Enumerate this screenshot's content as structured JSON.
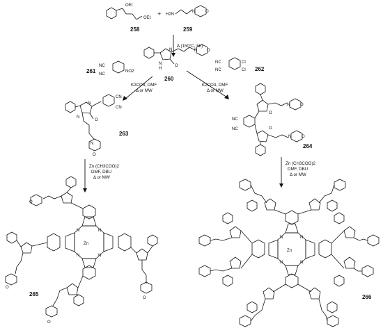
{
  "compounds": {
    "c258": "258",
    "c259": "259",
    "c260": "260",
    "c261": "261",
    "c262": "262",
    "c263": "263",
    "c264": "264",
    "c265": "265",
    "c266": "266"
  },
  "reagents": {
    "plus": "+",
    "step1": "Δ (150°C, 5h)",
    "step2a_l1": "K2CO3, DMF",
    "step2a_l2": "Δ or MW",
    "step2b_l1": "K2CO3, DMF",
    "step2b_l2": "Δ or MW",
    "step3a_l1": "Zn (CH3COO)2",
    "step3a_l2": "DMF, DBU",
    "step3a_l3": "Δ or MW",
    "step3b_l1": "Zn (CH3COO)2",
    "step3b_l2": "DMF, DBU",
    "step3b_l3": "Δ or MW"
  },
  "atoms": {
    "oet1": "OEt",
    "oet2": "OEt",
    "h2n": "H2N",
    "n": "N",
    "h": "H",
    "o": "O",
    "nc": "NC",
    "cn": "CN",
    "no2": "NO2",
    "cl": "Cl",
    "zn": "Zn"
  }
}
